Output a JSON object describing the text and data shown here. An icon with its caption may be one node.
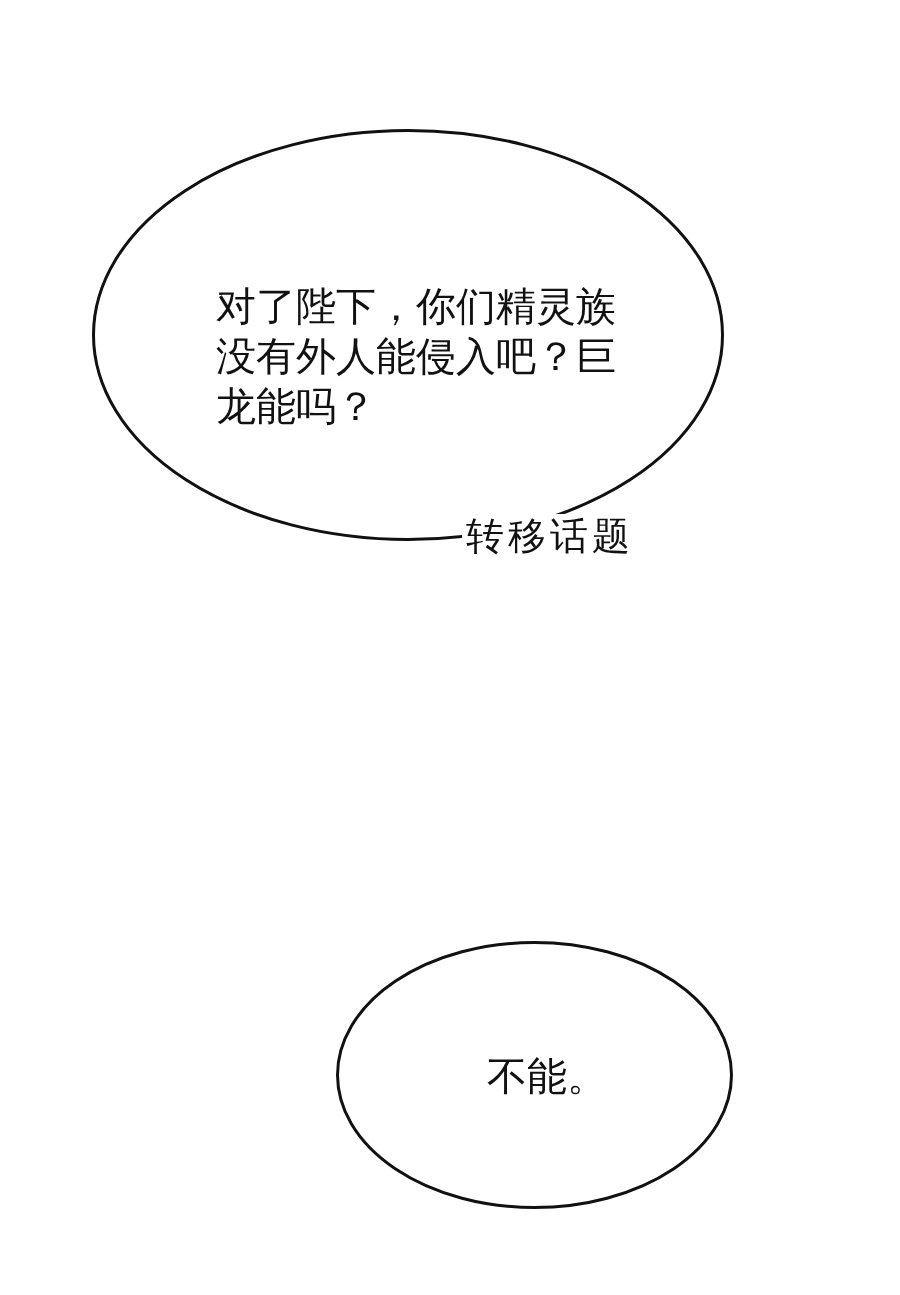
{
  "diagram": {
    "nodes": [
      {
        "text": [
          "对了陛下，你们精灵族没有外人能侵入吧？巨龙能吗？"
        ],
        "beside": [
          "转移话题"
        ]
      },
      {
        "text": [
          "不能。"
        ]
      }
    ]
  }
}
